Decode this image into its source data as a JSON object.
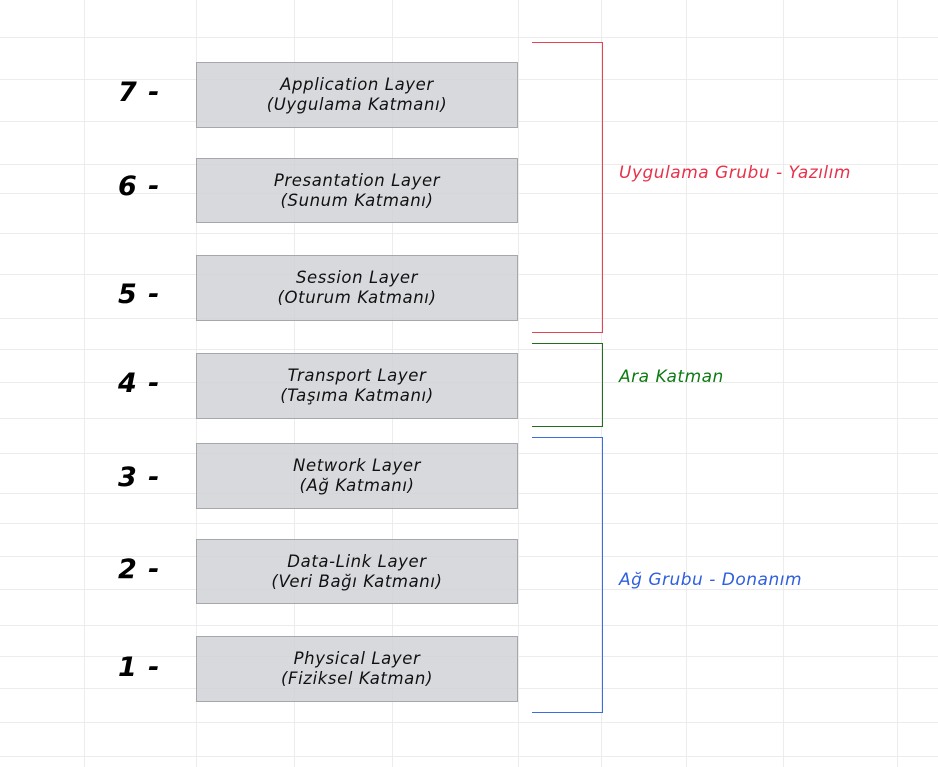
{
  "diagram": {
    "title": "OSI Model Layers",
    "layers": [
      {
        "number": "7 -",
        "name": "Application Layer",
        "translation": "(Uygulama Katmanı)"
      },
      {
        "number": "6 -",
        "name": "Presantation Layer",
        "translation": "(Sunum Katmanı)"
      },
      {
        "number": "5 -",
        "name": "Session Layer",
        "translation": "(Oturum Katmanı)"
      },
      {
        "number": "4 -",
        "name": "Transport Layer",
        "translation": "(Taşıma Katmanı)"
      },
      {
        "number": "3 -",
        "name": "Network Layer",
        "translation": "(Ağ Katmanı)"
      },
      {
        "number": "2 -",
        "name": "Data-Link Layer",
        "translation": "(Veri Bağı Katmanı)"
      },
      {
        "number": "1 -",
        "name": "Physical Layer",
        "translation": "(Fiziksel Katman)"
      }
    ],
    "groups": [
      {
        "label": "Uygulama Grubu - Yazılım",
        "color": "#e8324a",
        "layers": [
          7,
          6,
          5
        ]
      },
      {
        "label": "Ara Katman",
        "color": "#0e7a12",
        "layers": [
          4
        ]
      },
      {
        "label": "Ağ Grubu - Donanım",
        "color": "#2f5fe0",
        "layers": [
          3,
          2,
          1
        ]
      }
    ]
  }
}
